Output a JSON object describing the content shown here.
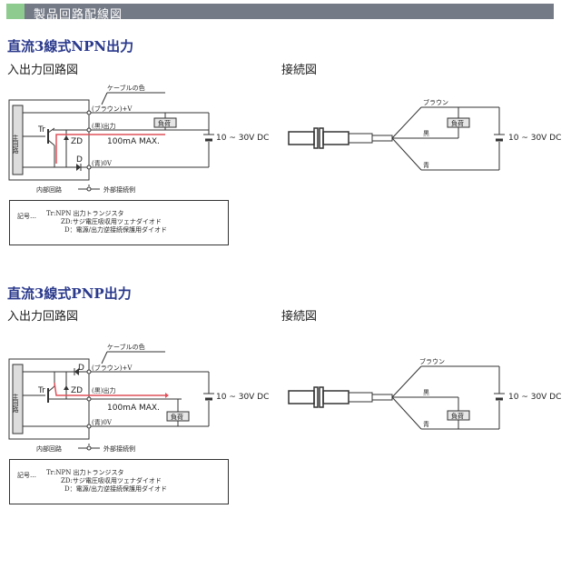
{
  "header": {
    "title": "製品回路配線図",
    "accent_color": "#8ecb8f",
    "bar_color": "#747a86"
  },
  "sections": [
    {
      "title": "直流3線式NPN出力",
      "circuit_label": "入出力回路図",
      "wiring_label": "接続図",
      "circuit": {
        "main_circuit": "主回路",
        "cable_color_label": "ケーブルの色",
        "plus_v": "(ブラウン)+V",
        "output": "(黒)出力",
        "zero_v": "(青)0V",
        "tr": "Tr",
        "zd": "ZD",
        "d": "D",
        "load": "負荷",
        "current": "100mA MAX.",
        "supply": "10 ~ 30V DC",
        "internal": "内部回路",
        "external": "外部接続例"
      },
      "legend": {
        "prefix": "記号…",
        "lines": [
          "Tr:NPN 出力トランジスタ",
          "ZD:サジ電圧吸収用ツェナダイオド",
          "D：電源/出力逆接続保護用ダイオド"
        ]
      },
      "wiring": {
        "brown": "ブラウン",
        "black": "黒",
        "blue": "青",
        "load": "負荷",
        "supply": "10 ~ 30V DC"
      }
    },
    {
      "title": "直流3線式PNP出力",
      "circuit_label": "入出力回路図",
      "wiring_label": "接続図",
      "circuit": {
        "main_circuit": "主回路",
        "cable_color_label": "ケーブルの色",
        "plus_v": "(ブラウン)+V",
        "output": "(黒)出力",
        "zero_v": "(青)0V",
        "tr": "Tr",
        "zd": "ZD",
        "d": "D",
        "load": "負荷",
        "current": "100mA MAX.",
        "supply": "10 ~ 30V DC",
        "internal": "内部回路",
        "external": "外部接続例"
      },
      "legend": {
        "prefix": "記号…",
        "lines": [
          "Tr:NPN 出力トランジスタ",
          "ZD:サジ電圧吸収用ツェナダイオド",
          "D：電源/出力逆接続保護用ダイオド"
        ]
      },
      "wiring": {
        "brown": "ブラウン",
        "black": "黒",
        "blue": "青",
        "load": "負荷",
        "supply": "10 ~ 30V DC"
      }
    }
  ]
}
